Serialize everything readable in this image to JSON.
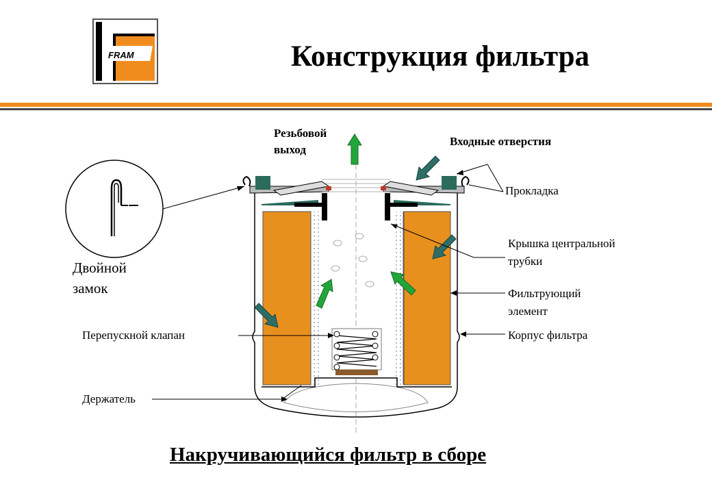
{
  "logo": {
    "text": "FRAM",
    "colors": {
      "orange": "#f08c1e",
      "black": "#000000"
    }
  },
  "title": "Конструкция фильтра",
  "subtitle": "Накручивающийся фильтр в сборе",
  "labels": {
    "outlet_line1": "Резьбовой",
    "outlet_line2": "выход",
    "inlets": "Входные отверстия",
    "gasket": "Прокладка",
    "tube_cap_line1": "Крышка центральной",
    "tube_cap_line2": "трубки",
    "element_line1": "Фильтрующий",
    "element_line2": "элемент",
    "housing": "Корпус фильтра",
    "bypass_valve": "Перепускной клапан",
    "holder": "Держатель",
    "double_lock_line1": "Двойной",
    "double_lock_line2": "замок"
  },
  "colors": {
    "accent_orange": "#f08c1e",
    "element_fill": "#e8901e",
    "arrow_green": "#22a63a",
    "arrow_teal": "#2e6e66",
    "seal_green": "#2a6b5b"
  }
}
